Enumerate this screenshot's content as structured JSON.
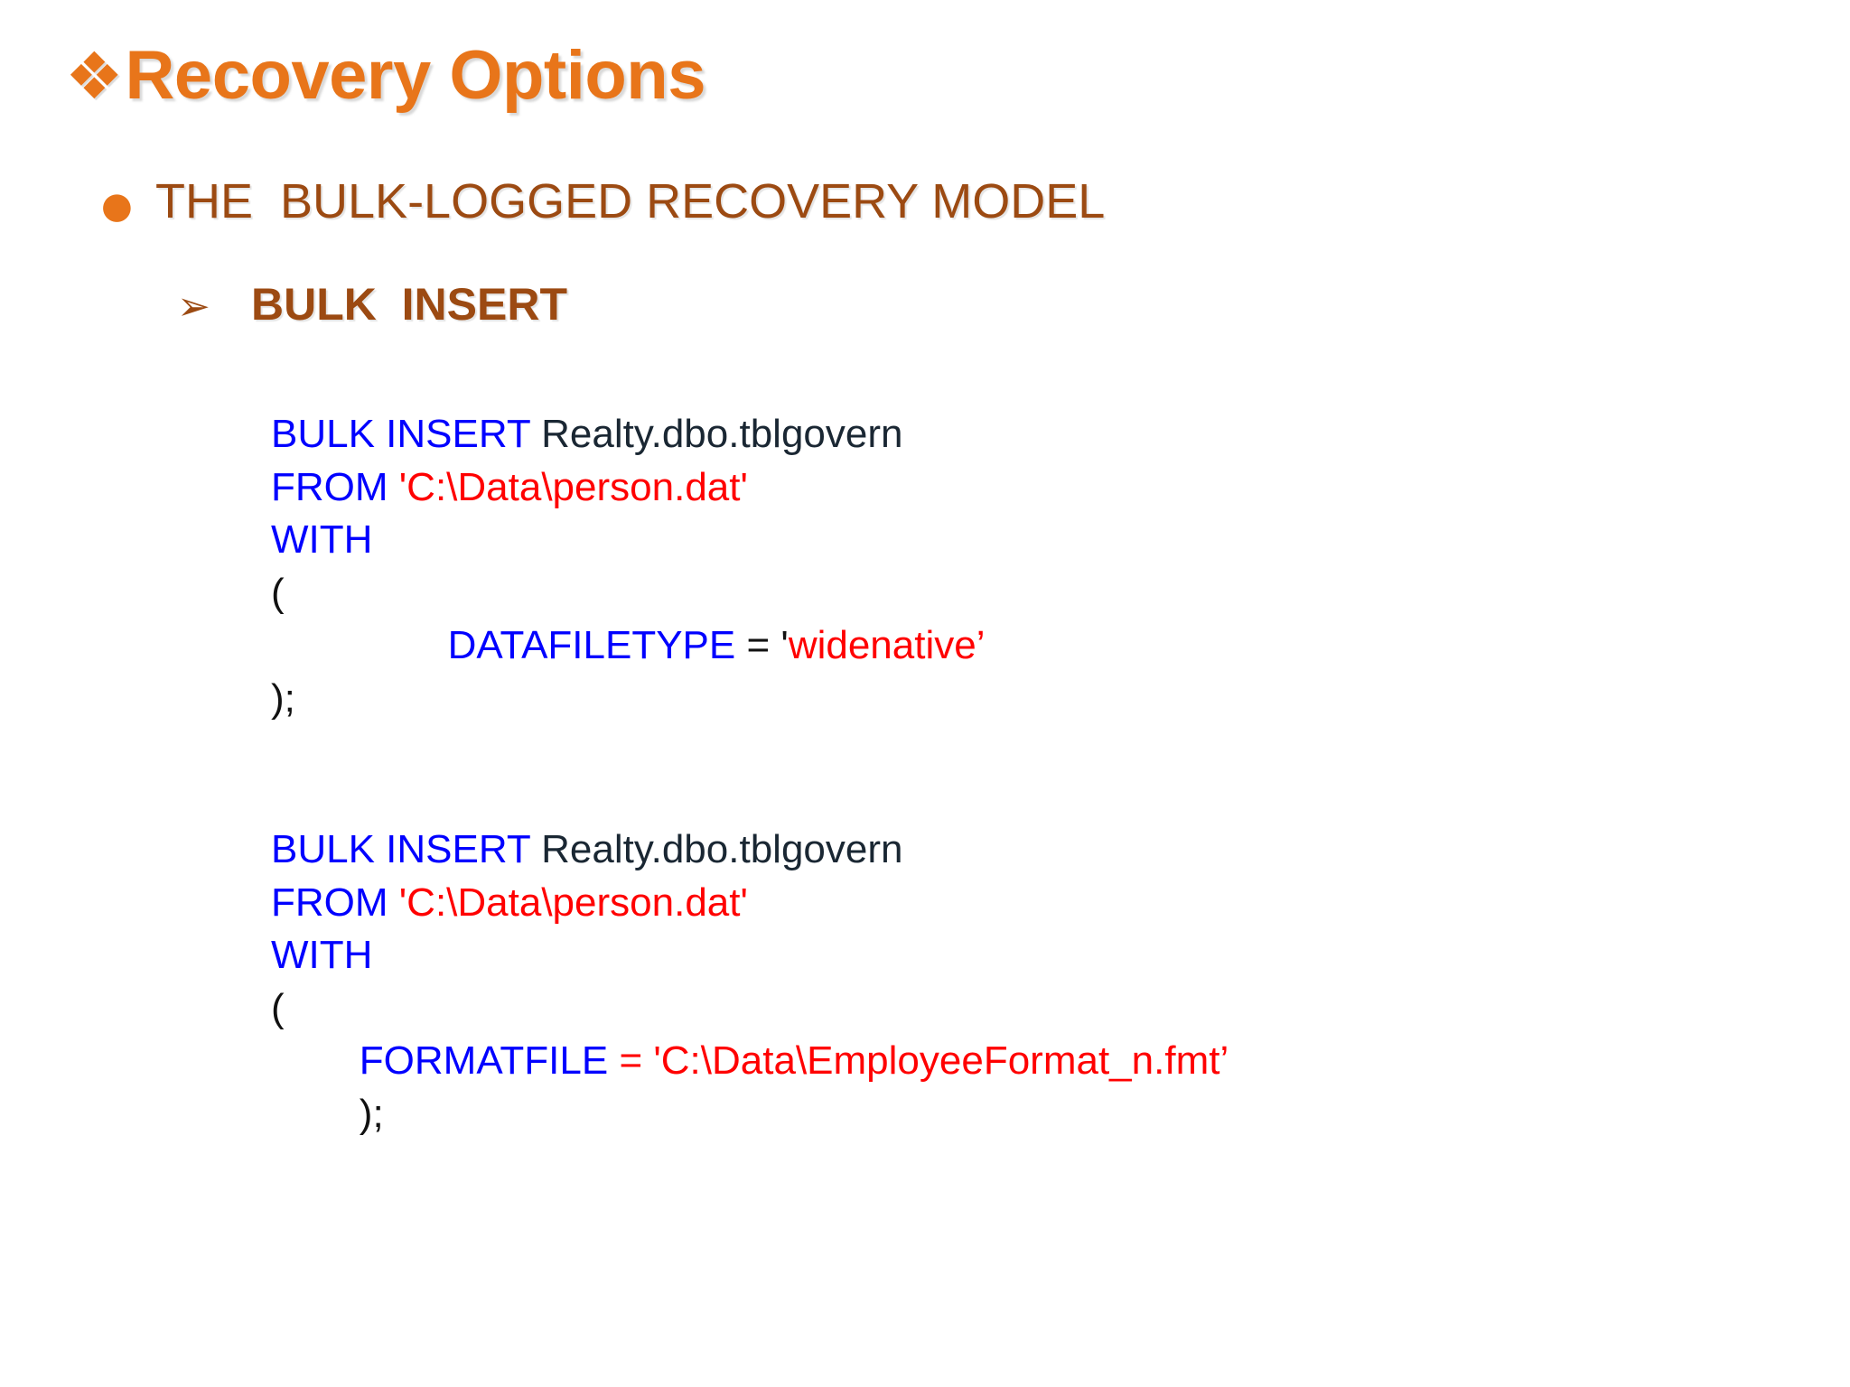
{
  "slide": {
    "background_color": "#FFFFFF",
    "title": {
      "bullet_glyph": "❖",
      "text": "Recovery Options",
      "color": "#E8751A"
    },
    "bullets": [
      {
        "level": 1,
        "bullet_glyph": "●",
        "bullet_color": "#E8751A",
        "text": "THE  BULK-LOGGED RECOVERY MODEL",
        "color": "#9C4A12"
      },
      {
        "level": 2,
        "bullet_glyph": "➢",
        "bullet_color": "#9C4A12",
        "text": "BULK  INSERT",
        "color": "#9C4A12"
      }
    ],
    "code_blocks": [
      {
        "id": "block-1",
        "lines": [
          {
            "keyword": "BULK INSERT ",
            "identifier": "Realty.dbo.tblgovern"
          },
          {
            "keyword": "FROM ",
            "string": "'C:\\Data\\person.dat'"
          },
          {
            "keyword": "WITH"
          },
          {
            "punctuation": "("
          },
          {
            "indent": "                ",
            "keyword": "DATAFILETYPE",
            "operator": " = ",
            "quote_open": "'",
            "string": "widenative",
            "quote_close": "’"
          },
          {
            "punctuation": ");"
          }
        ]
      },
      {
        "id": "block-2",
        "lines": [
          {
            "keyword": "BULK INSERT ",
            "identifier": "Realty.dbo.tblgovern"
          },
          {
            "keyword": "FROM ",
            "string": "'C:\\Data\\person.dat'"
          },
          {
            "keyword": "WITH"
          },
          {
            "punctuation": "("
          },
          {
            "indent": "        ",
            "keyword": "FORMATFILE",
            "operator": " = ",
            "quote_open": "'",
            "string": "C:\\Data\\EmployeeFormat_n.fmt",
            "quote_close": "’"
          },
          {
            "indent": "        ",
            "punctuation": ");"
          }
        ]
      }
    ],
    "colors": {
      "title_orange": "#E8751A",
      "bullet_brown": "#9C4A12",
      "sql_keyword_blue": "#0000FF",
      "sql_identifier": "#1A2733",
      "sql_string_red": "#FF0000",
      "punctuation_black": "#111111"
    }
  }
}
